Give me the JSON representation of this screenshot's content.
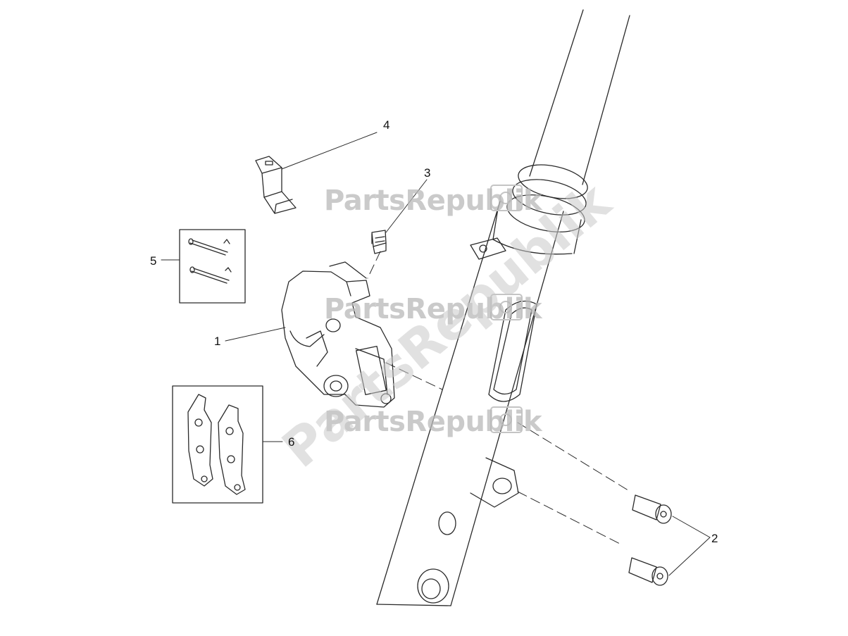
{
  "callouts": {
    "c1": "1",
    "c2": "2",
    "c3": "3",
    "c4": "4",
    "c5": "5",
    "c6": "6"
  },
  "watermark": {
    "text": "PartsRepublik"
  },
  "colors": {
    "line": "#2a2a2a",
    "watermark": "#b9b9b9"
  }
}
